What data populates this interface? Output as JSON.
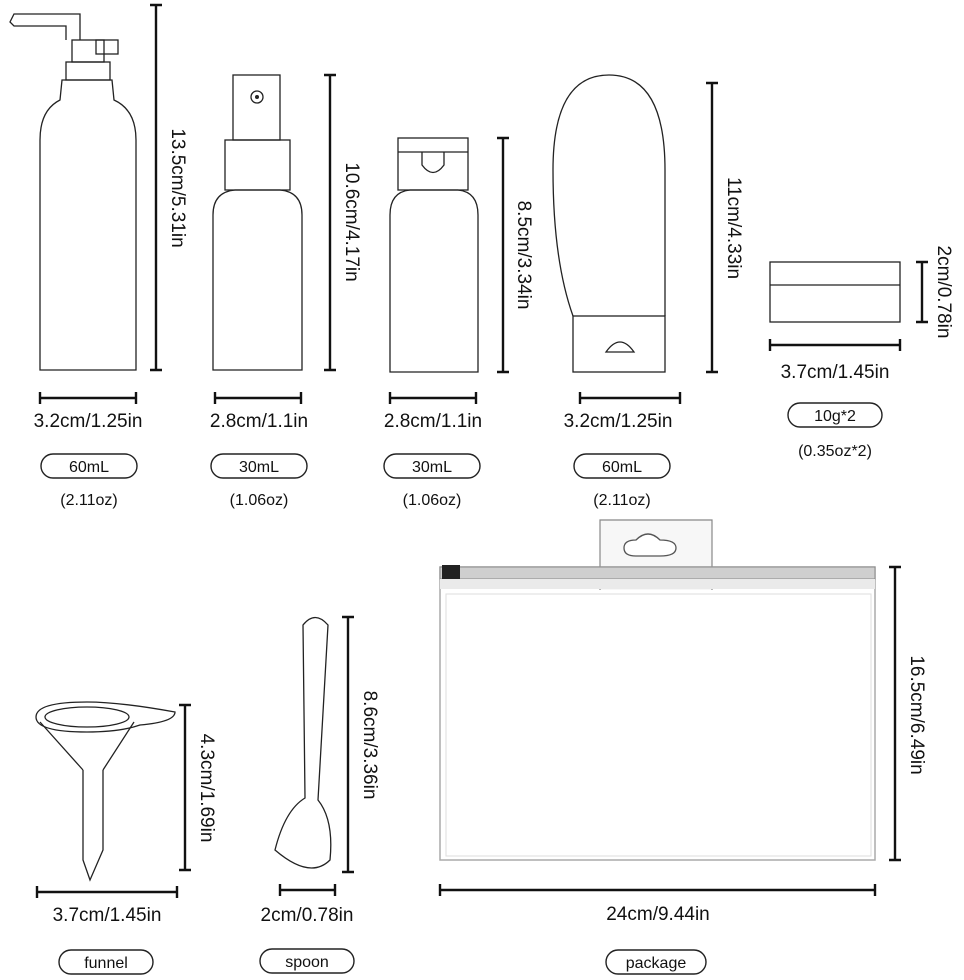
{
  "items": {
    "pump_bottle": {
      "height": "13.5cm/5.31in",
      "width": "3.2cm/1.25in",
      "volume": "60mL",
      "volume_oz": "(2.11oz)"
    },
    "spray_bottle": {
      "height": "10.6cm/4.17in",
      "width": "2.8cm/1.1in",
      "volume": "30mL",
      "volume_oz": "(1.06oz)"
    },
    "flip_bottle": {
      "height": "8.5cm/3.34in",
      "width": "2.8cm/1.1in",
      "volume": "30mL",
      "volume_oz": "(1.06oz)"
    },
    "squeeze_tube": {
      "height": "11cm/4.33in",
      "width": "3.2cm/1.25in",
      "volume": "60mL",
      "volume_oz": "(2.11oz)"
    },
    "jar": {
      "height": "2cm/0.78in",
      "width": "3.7cm/1.45in",
      "volume": "10g*2",
      "volume_oz": "(0.35oz*2)"
    },
    "funnel": {
      "height": "4.3cm/1.69in",
      "width": "3.7cm/1.45in",
      "label": "funnel"
    },
    "spoon": {
      "height": "8.6cm/3.36in",
      "width": "2cm/0.78in",
      "label": "spoon"
    },
    "package": {
      "height": "16.5cm/6.49in",
      "width": "24cm/9.44in",
      "label": "package"
    }
  }
}
